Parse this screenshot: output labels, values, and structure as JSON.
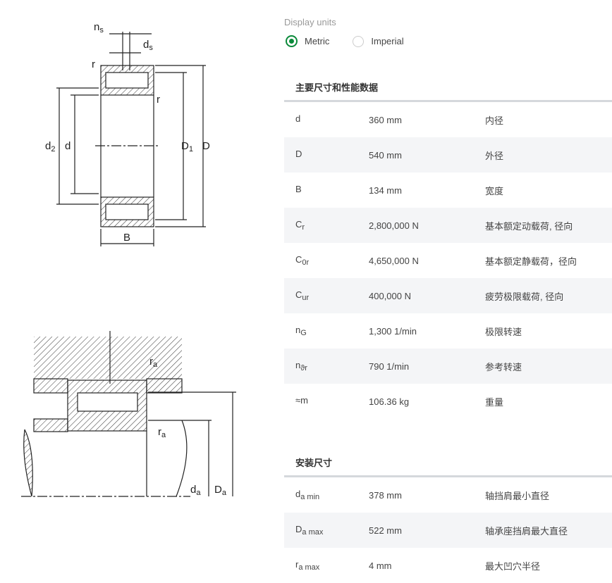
{
  "units": {
    "label": "Display units",
    "options": [
      "Metric",
      "Imperial"
    ],
    "selected": "Metric"
  },
  "accent": "#0b8a3a",
  "main": {
    "title": "主要尺寸和性能数据",
    "rows": [
      {
        "sym": "d",
        "sub": "",
        "value": "360 mm",
        "desc": "内径"
      },
      {
        "sym": "D",
        "sub": "",
        "value": "540 mm",
        "desc": "外径"
      },
      {
        "sym": "B",
        "sub": "",
        "value": "134 mm",
        "desc": "宽度"
      },
      {
        "sym": "C",
        "sub": "r",
        "value": "2,800,000 N",
        "desc": "基本额定动载荷, 径向"
      },
      {
        "sym": "C",
        "sub": "0r",
        "value": "4,650,000 N",
        "desc": "基本额定静载荷，径向"
      },
      {
        "sym": "C",
        "sub": "ur",
        "value": "400,000 N",
        "desc": "疲劳极限载荷, 径向"
      },
      {
        "sym": "n",
        "sub": "G",
        "value": "1,300 1/min",
        "desc": "极限转速"
      },
      {
        "sym": "n",
        "sub": "ϑr",
        "value": "790 1/min",
        "desc": "参考转速"
      },
      {
        "sym": "≈m",
        "sub": "",
        "value": "106.36 kg",
        "desc": "重量"
      }
    ]
  },
  "mount": {
    "title": "安装尺寸",
    "rows": [
      {
        "sym": "d",
        "sub": "a min",
        "value": "378 mm",
        "desc": "轴挡肩最小直径"
      },
      {
        "sym": "D",
        "sub": "a max",
        "value": "522 mm",
        "desc": "轴承座挡肩最大直径"
      },
      {
        "sym": "r",
        "sub": "a max",
        "value": "4 mm",
        "desc": "最大凹穴半径"
      }
    ]
  },
  "drawing": {
    "labels": {
      "ns": "n",
      "ns_sub": "s",
      "ds": "d",
      "ds_sub": "s",
      "r": "r",
      "d2": "d",
      "d2_sub": "2",
      "d": "d",
      "D1": "D",
      "D1_sub": "1",
      "D": "D",
      "B": "B",
      "ra": "r",
      "ra_sub": "a",
      "da": "d",
      "da_sub": "a",
      "Da": "D",
      "Da_sub": "a"
    }
  }
}
